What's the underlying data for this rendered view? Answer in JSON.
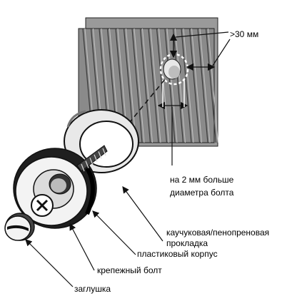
{
  "colors": {
    "panel_fill": "#8a8a8a",
    "panel_rib_dark": "#3a3a3a",
    "panel_rib_light": "#c4c4c4",
    "ink": "#111111",
    "washer_dark": "#1a1a1a",
    "washer_light": "#f2f2f2",
    "background": "#ffffff"
  },
  "labels": {
    "gap": ">30 мм",
    "hole_line1": "на 2 мм больше",
    "hole_line2": "диаметра болта",
    "gasket_line1": "каучуковая/пенопреновая",
    "gasket_line2": "прокладка",
    "housing": "пластиковый корпус",
    "bolt": "крепежный болт",
    "cap": "заглушка"
  }
}
